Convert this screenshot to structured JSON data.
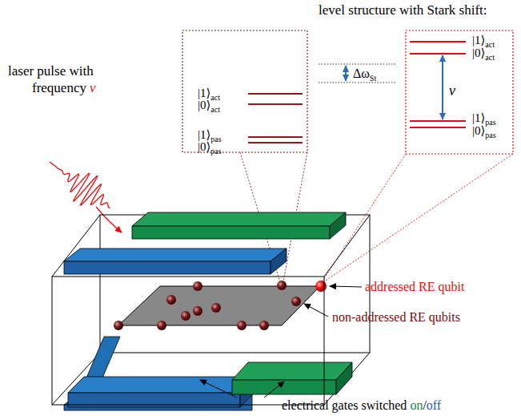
{
  "diagram": {
    "labels": [
      "level structure with Stark shift:",
      "|1⟩",
      "act",
      "|0⟩",
      "act",
      "|1⟩",
      "pas",
      "|0⟩",
      "pas",
      "Δω",
      "St",
      "|1⟩",
      "act",
      "|0⟩",
      "act",
      "ν",
      "|1⟩",
      "pas",
      "|0⟩",
      "pas",
      "laser pulse with",
      "frequency",
      "ν",
      "addressed RE qubit",
      "non-addressed RE qubits",
      "electrical gates switched",
      "on",
      "/",
      "off"
    ]
  }
}
